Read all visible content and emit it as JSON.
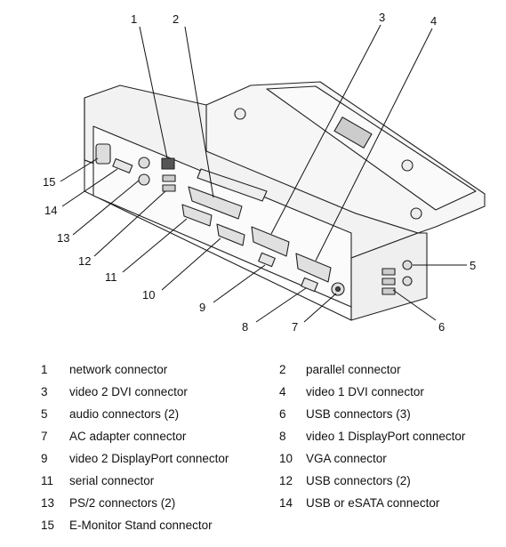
{
  "callouts": [
    "1",
    "2",
    "3",
    "4",
    "5",
    "6",
    "7",
    "8",
    "9",
    "10",
    "11",
    "12",
    "13",
    "14",
    "15"
  ],
  "legend": [
    {
      "num": "1",
      "label": "network connector"
    },
    {
      "num": "2",
      "label": "parallel connector"
    },
    {
      "num": "3",
      "label": "video 2 DVI connector"
    },
    {
      "num": "4",
      "label": "video 1 DVI connector"
    },
    {
      "num": "5",
      "label": "audio connectors (2)"
    },
    {
      "num": "6",
      "label": "USB connectors (3)"
    },
    {
      "num": "7",
      "label": "AC adapter connector"
    },
    {
      "num": "8",
      "label": "video 1 DisplayPort connector"
    },
    {
      "num": "9",
      "label": "video 2 DisplayPort connector"
    },
    {
      "num": "10",
      "label": "VGA connector"
    },
    {
      "num": "11",
      "label": "serial connector"
    },
    {
      "num": "12",
      "label": "USB connectors (2)"
    },
    {
      "num": "13",
      "label": "PS/2 connectors (2)"
    },
    {
      "num": "14",
      "label": "USB or eSATA connector"
    },
    {
      "num": "15",
      "label": "E-Monitor Stand connector"
    }
  ]
}
